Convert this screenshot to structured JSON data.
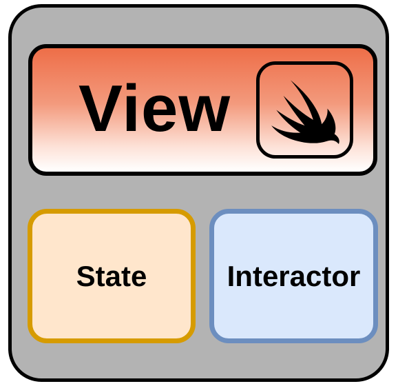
{
  "diagram": {
    "view": {
      "label": "View",
      "icon": "swift-logo-icon",
      "gradient_top": "#ee6e48",
      "gradient_bottom": "#ffffff"
    },
    "state": {
      "label": "State",
      "fill": "#ffe6cc",
      "border": "#d69b00"
    },
    "interactor": {
      "label": "Interactor",
      "fill": "#dae8fc",
      "border": "#6c8ebf"
    },
    "container": {
      "fill": "#b3b3b3",
      "border": "#000000"
    }
  }
}
